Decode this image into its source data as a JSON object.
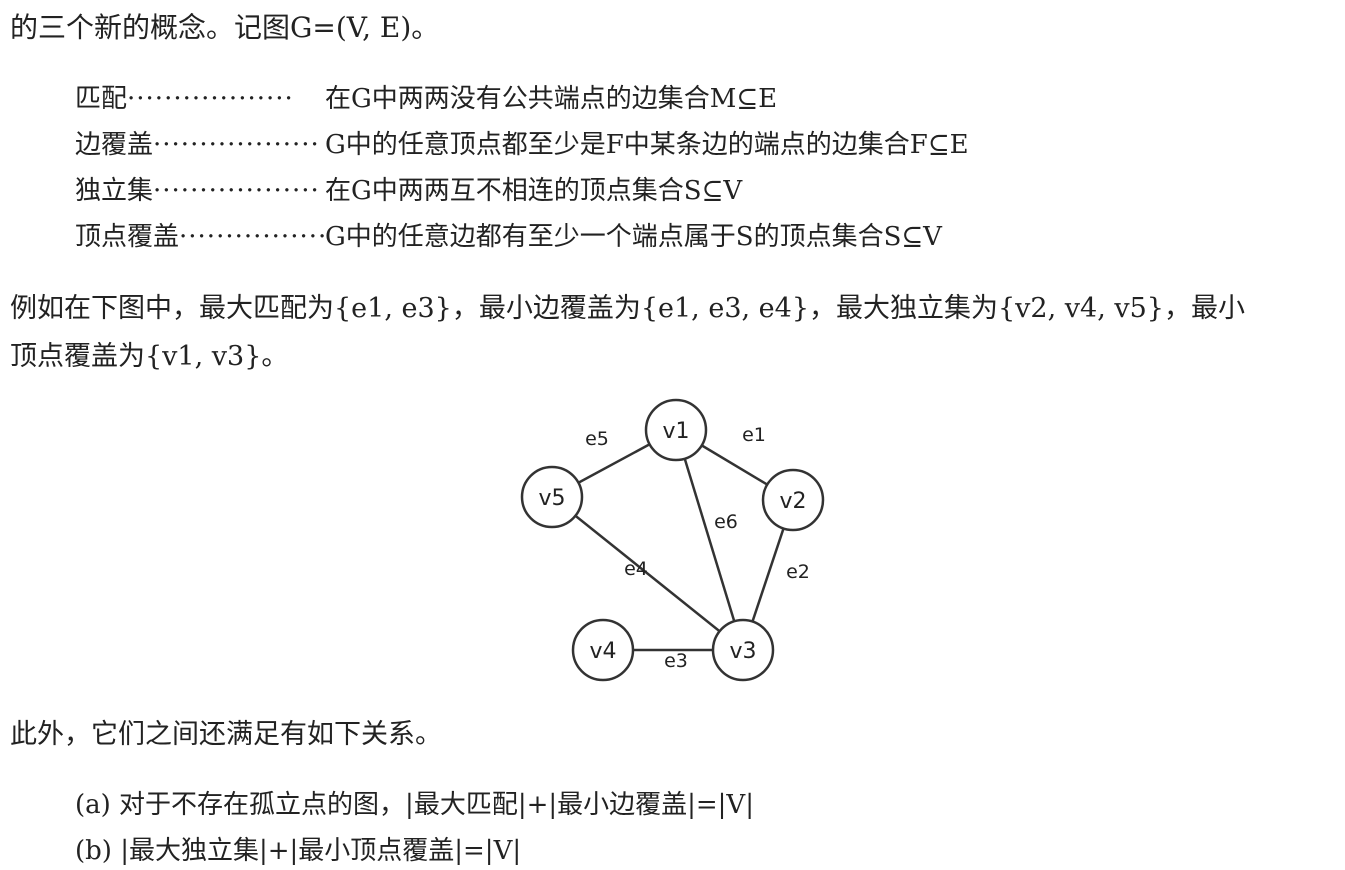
{
  "intro": "的三个新的概念。记图G=(V, E)。",
  "definitions": [
    {
      "term": "匹配",
      "desc": "在G中两两没有公共端点的边集合M⊆E"
    },
    {
      "term": "边覆盖",
      "desc": "G中的任意顶点都至少是F中某条边的端点的边集合F⊆E"
    },
    {
      "term": "独立集",
      "desc": "在G中两两互不相连的顶点集合S⊆V"
    },
    {
      "term": "顶点覆盖",
      "desc": "G中的任意边都有至少一个端点属于S的顶点集合S⊆V"
    }
  ],
  "example_line1": "例如在下图中，最大匹配为{e1, e3}，最小边覆盖为{e1, e3, e4}，最大独立集为{v2, v4, v5}，最小",
  "example_line2": "顶点覆盖为{v1, v3}。",
  "graph": {
    "nodes": [
      "v1",
      "v2",
      "v3",
      "v4",
      "v5"
    ],
    "edges": [
      {
        "label": "e1",
        "from": "v1",
        "to": "v2"
      },
      {
        "label": "e2",
        "from": "v2",
        "to": "v3"
      },
      {
        "label": "e3",
        "from": "v4",
        "to": "v3"
      },
      {
        "label": "e4",
        "from": "v5",
        "to": "v3"
      },
      {
        "label": "e5",
        "from": "v5",
        "to": "v1"
      },
      {
        "label": "e6",
        "from": "v1",
        "to": "v3"
      }
    ]
  },
  "relations_intro": "此外，它们之间还满足有如下关系。",
  "relations": [
    "(a) 对于不存在孤立点的图，|最大匹配|+|最小边覆盖|=|V|",
    "(b) |最大独立集|+|最小顶点覆盖|=|V|"
  ]
}
